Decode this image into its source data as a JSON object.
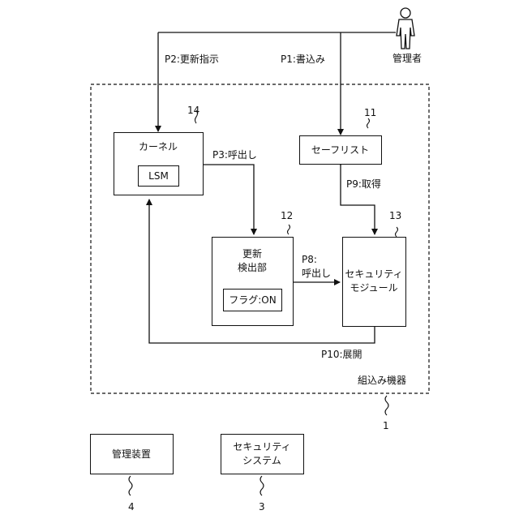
{
  "actor": {
    "label": "管理者"
  },
  "device": {
    "label": "組込み機器",
    "ref": "1"
  },
  "kernel": {
    "label": "カーネル",
    "ref": "14",
    "inner_label": "LSM"
  },
  "safelist": {
    "label": "セーフリスト",
    "ref": "11"
  },
  "update_detector": {
    "label_line1": "更新",
    "label_line2": "検出部",
    "ref": "12",
    "flag_label": "フラグ:ON"
  },
  "security_module": {
    "label_line1": "セキュリティ",
    "label_line2": "モジュール",
    "ref": "13"
  },
  "management_device": {
    "label": "管理装置",
    "ref": "4"
  },
  "security_system": {
    "label_line1": "セキュリティ",
    "label_line2": "システム",
    "ref": "3"
  },
  "flows": {
    "p1": "P1:書込み",
    "p2": "P2:更新指示",
    "p3": "P3:呼出し",
    "p8_line1": "P8:",
    "p8_line2": "呼出し",
    "p9": "P9:取得",
    "p10": "P10:展開"
  }
}
